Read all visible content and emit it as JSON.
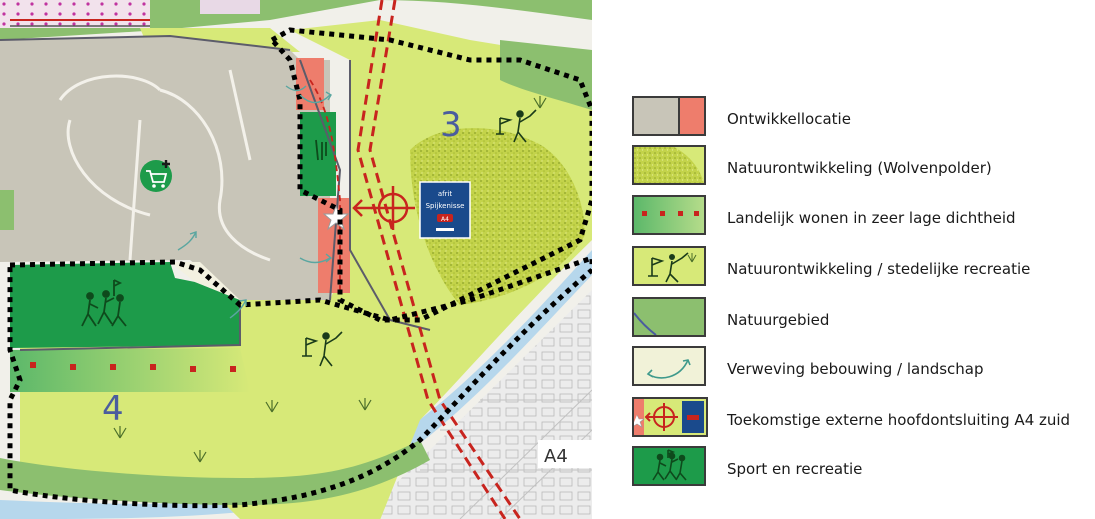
{
  "map": {
    "area_labels": [
      "3",
      "4"
    ],
    "road_label": "A4",
    "road_sign": {
      "line1": "afrit",
      "line2": "Spijkenisse",
      "badge": "A4"
    },
    "icons": [
      "shopping-cart-plus-icon",
      "golf-sport-icon",
      "sport-runners-icon",
      "marsh-grass-icon",
      "highway-exit-icon",
      "star-node-icon"
    ]
  },
  "legend": {
    "items": [
      {
        "label": "Ontwikkellocatie",
        "icon": "development-swatch"
      },
      {
        "label": "Natuurontwikkeling (Wolvenpolder)",
        "icon": "nature-dev-swatch"
      },
      {
        "label": "Landelijk wonen in zeer lage dichtheid",
        "icon": "rural-living-swatch"
      },
      {
        "label": "Natuurontwikkeling / stedelijke recreatie",
        "icon": "golf-recreation-swatch"
      },
      {
        "label": "Natuurgebied",
        "icon": "nature-area-swatch"
      },
      {
        "label": "Verweving bebouwing / landschap",
        "icon": "interweave-arrow-swatch"
      },
      {
        "label": "Toekomstige externe hoofdontsluiting A4 zuid",
        "icon": "exit-connection-swatch"
      },
      {
        "label": "Sport en recreatie",
        "icon": "sport-runners-swatch"
      }
    ]
  },
  "colors": {
    "development_gray": "#c8c5b8",
    "development_red": "#ee7d6c",
    "nature_green": "#8cbf6f",
    "lime": "#d7e978",
    "dark_green": "#1d9b4a",
    "water": "#b6d7ec",
    "boundary": "#000000",
    "route_red": "#c8241e",
    "sign_blue": "#1a4a8c"
  }
}
